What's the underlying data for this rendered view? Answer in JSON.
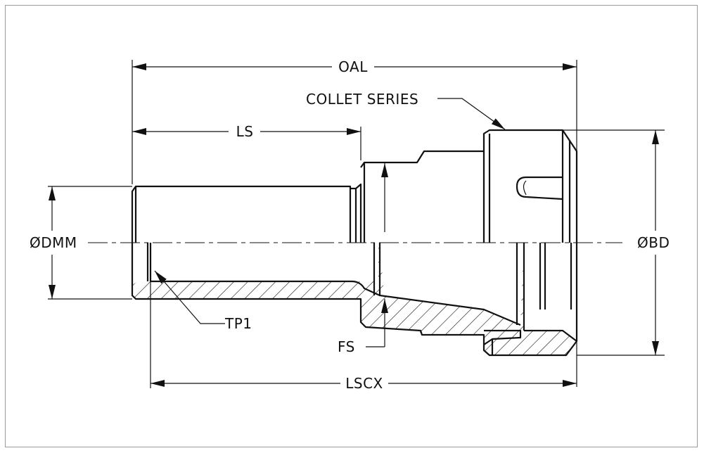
{
  "drawing": {
    "title": "Collet chuck extension dimension diagram",
    "dimensions": {
      "oal": "OAL",
      "ls": "LS",
      "lscx": "LSCX",
      "fs": "FS",
      "dmm": "ØDMM",
      "bd": "ØBD",
      "tp1": "TP1",
      "collet_series": "COLLET SERIES"
    },
    "colors": {
      "line": "#111111",
      "frame": "#9a9a9a",
      "background": "#ffffff"
    }
  }
}
